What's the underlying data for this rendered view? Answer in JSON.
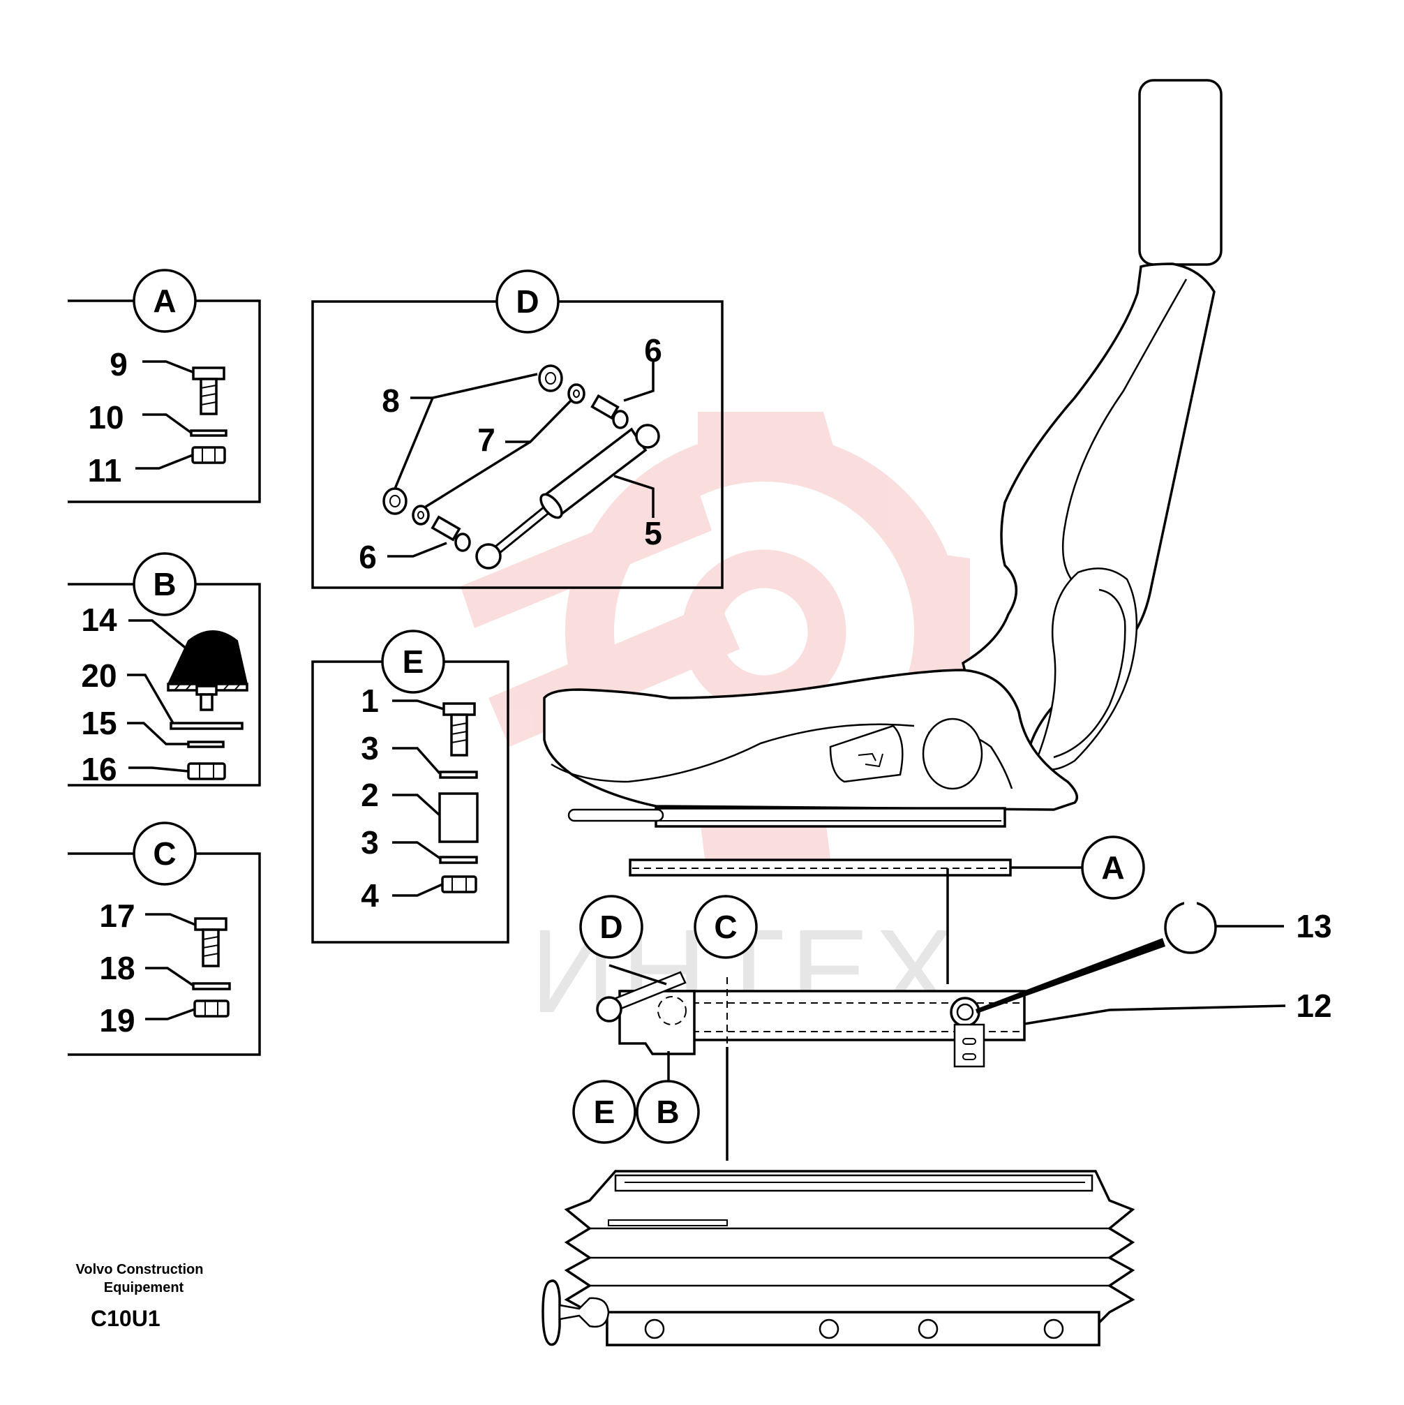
{
  "callouts": {
    "A": "A",
    "B": "B",
    "C": "C",
    "D": "D",
    "E": "E"
  },
  "parts": {
    "p1": "1",
    "p2": "2",
    "p3a": "3",
    "p3b": "3",
    "p4": "4",
    "p5": "5",
    "p6a": "6",
    "p6b": "6",
    "p7": "7",
    "p8": "8",
    "p9": "9",
    "p10": "10",
    "p11": "11",
    "p12": "12",
    "p13": "13",
    "p14": "14",
    "p15": "15",
    "p16": "16",
    "p17": "17",
    "p18": "18",
    "p19": "19",
    "p20": "20"
  },
  "footer": {
    "company_line1": "Volvo Construction",
    "company_line2": "Equipement",
    "code": "C10U1"
  },
  "watermark": {
    "text": "ИНТЕХ",
    "color": "#f5b8b8"
  }
}
